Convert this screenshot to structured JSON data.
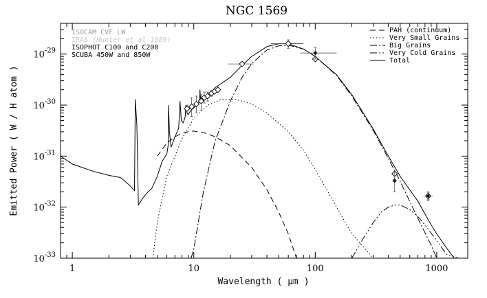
{
  "chart_data": {
    "type": "line",
    "title": "NGC 1569",
    "xlabel": "Wavelength ( μm )",
    "ylabel": "Emitted Power ( W / H atom )",
    "xscale": "log",
    "yscale": "log",
    "xlim": [
      0.8,
      1800
    ],
    "ylim": [
      1e-33,
      4e-29
    ],
    "xticks": [
      {
        "value": 1,
        "label": "1"
      },
      {
        "value": 10,
        "label": "10"
      },
      {
        "value": 100,
        "label": "100"
      },
      {
        "value": 1000,
        "label": "1000"
      }
    ],
    "yticks": [
      {
        "value": 1e-29,
        "mant": "10",
        "exp": "-29"
      },
      {
        "value": 1e-30,
        "mant": "10",
        "exp": "-30"
      },
      {
        "value": 1e-31,
        "mant": "10",
        "exp": "-31"
      },
      {
        "value": 1e-32,
        "mant": "10",
        "exp": "-32"
      },
      {
        "value": 1e-33,
        "mant": "10",
        "exp": "-33"
      }
    ],
    "legend_position": "top-right",
    "series": [
      {
        "name": "PAH (continuum)",
        "dash": "8,5",
        "color": "#000000",
        "x": [
          5,
          6,
          7,
          8,
          9,
          10,
          12,
          15,
          20,
          30,
          40,
          50,
          60,
          70
        ],
        "y": [
          1e-31,
          1.8e-31,
          2.4e-31,
          2.8e-31,
          3e-31,
          3.1e-31,
          2.9e-31,
          2.4e-31,
          1.6e-31,
          6e-32,
          2.2e-32,
          8e-33,
          3e-33,
          1e-33
        ]
      },
      {
        "name": "Very Small Grains",
        "dash": "1.5,3",
        "color": "#000000",
        "x": [
          4.6,
          5,
          6,
          8,
          10,
          13,
          17,
          22,
          30,
          40,
          60,
          80,
          100,
          150,
          200,
          300
        ],
        "y": [
          1e-33,
          5e-33,
          4e-32,
          2.2e-31,
          5.5e-31,
          1e-30,
          1.3e-30,
          1.3e-30,
          1.05e-30,
          7e-31,
          3e-31,
          1.3e-31,
          5.5e-32,
          1e-32,
          3e-33,
          1e-33
        ]
      },
      {
        "name": "Big Grains",
        "dash": "10,3,2,3",
        "color": "#000000",
        "x": [
          9.5,
          10,
          12,
          15,
          20,
          25,
          30,
          40,
          50,
          60,
          80,
          100,
          150,
          200,
          300,
          400,
          500,
          700,
          900,
          1000
        ],
        "y": [
          1e-33,
          1.5e-33,
          2e-32,
          2e-31,
          1.2e-30,
          3.5e-30,
          6.5e-30,
          1.2e-29,
          1.45e-29,
          1.5e-29,
          1.25e-29,
          9e-30,
          3.8e-30,
          1.5e-30,
          3.2e-31,
          9e-32,
          3.2e-32,
          6e-33,
          1.8e-33,
          1e-33
        ]
      },
      {
        "name": "Very Cold Grains",
        "dash": "10,3,2,3,2,3,2,3",
        "color": "#000000",
        "x": [
          200,
          250,
          300,
          350,
          400,
          450,
          500,
          600,
          700,
          800,
          1000,
          1200,
          1500
        ],
        "y": [
          1e-33,
          2.5e-33,
          5e-33,
          8e-33,
          1e-32,
          1.1e-32,
          1.1e-32,
          9e-33,
          6.5e-33,
          4.5e-33,
          2.2e-33,
          1.2e-33,
          1e-33
        ]
      },
      {
        "name": "Total",
        "dash": "",
        "color": "#000000",
        "x": [
          0.8,
          1.0,
          1.5,
          2.0,
          2.5,
          3.0,
          3.25,
          3.3,
          3.4,
          3.5,
          3.8,
          4.2,
          4.5,
          5.0,
          5.5,
          6.0,
          6.15,
          6.2,
          6.3,
          6.5,
          7.0,
          7.5,
          7.65,
          7.7,
          7.9,
          8.2,
          8.5,
          8.6,
          8.8,
          9.0,
          9.5,
          10,
          10.5,
          11,
          11.2,
          11.25,
          11.4,
          12,
          13,
          15,
          20,
          25,
          30,
          40,
          50,
          60,
          70,
          80,
          100,
          150,
          200,
          300,
          400,
          500,
          700,
          900,
          1000,
          1200,
          1500
        ],
        "y": [
          1e-31,
          7e-32,
          5e-32,
          4.2e-32,
          3.8e-32,
          2.6e-32,
          2.1e-32,
          1.3e-30,
          4e-31,
          1.1e-32,
          1.5e-32,
          2e-32,
          2.3e-32,
          4e-32,
          8e-32,
          1.1e-31,
          1.6e-31,
          1e-30,
          3e-31,
          1.5e-31,
          2.4e-31,
          3.5e-31,
          8e-31,
          1.2e-30,
          5e-31,
          4.5e-31,
          6e-31,
          1e-30,
          7e-31,
          6.5e-31,
          8e-31,
          8.8e-31,
          1e-30,
          1.1e-30,
          1.5e-30,
          2e-30,
          1.2e-30,
          1.3e-30,
          1.5e-30,
          2.2e-30,
          3.5e-30,
          6e-30,
          9e-30,
          1.4e-29,
          1.6e-29,
          1.6e-29,
          1.4e-29,
          1.25e-29,
          9e-30,
          3.9e-30,
          1.6e-30,
          3.4e-31,
          1e-31,
          4e-32,
          1.3e-32,
          4.5e-33,
          3e-33,
          1.6e-33,
          8e-34
        ]
      }
    ],
    "data_points": [
      {
        "x": 8.8,
        "y": 8.5e-31,
        "marker": "diamond",
        "xerr": [
          8.3,
          9.3
        ],
        "yerr": [
          7e-31,
          1e-30
        ]
      },
      {
        "x": 9.6,
        "y": 9.3e-31,
        "marker": "diamond",
        "xerr": [
          9.1,
          10.1
        ],
        "yerr": [
          6e-31,
          1.4e-30
        ]
      },
      {
        "x": 10.5,
        "y": 1.05e-30,
        "marker": "diamond",
        "xerr": [
          10.0,
          11.0
        ],
        "yerr": [
          7e-31,
          1.5e-30
        ]
      },
      {
        "x": 11.5,
        "y": 1.2e-30,
        "marker": "diamond",
        "xerr": [
          11.0,
          12.0
        ],
        "yerr": [
          8e-31,
          1.6e-30
        ]
      },
      {
        "x": 12.2,
        "y": 1.4e-30,
        "marker": "diamond",
        "xerr": [
          11.6,
          12.8
        ],
        "yerr": [
          1.1e-30,
          1.8e-30
        ]
      },
      {
        "x": 13.0,
        "y": 1.5e-30,
        "marker": "diamond",
        "xerr": [
          12.5,
          13.5
        ],
        "yerr": [
          1.2e-30,
          1.8e-30
        ]
      },
      {
        "x": 14.0,
        "y": 1.7e-30,
        "marker": "diamond",
        "xerr": [
          13.4,
          14.6
        ],
        "yerr": [
          1.5e-30,
          1.9e-30
        ]
      },
      {
        "x": 14.8,
        "y": 1.85e-30,
        "marker": "diamond",
        "xerr": [
          14.2,
          15.4
        ],
        "yerr": [
          1.7e-30,
          2e-30
        ]
      },
      {
        "x": 15.8,
        "y": 2e-30,
        "marker": "diamond",
        "xerr": [
          15.2,
          16.4
        ],
        "yerr": [
          1.9e-30,
          2.1e-30
        ]
      },
      {
        "x": 25,
        "y": 6.4e-30,
        "marker": "diamond",
        "xerr": [
          19,
          31
        ],
        "yerr": [
          6e-30,
          7e-30
        ]
      },
      {
        "x": 60,
        "y": 1.6e-29,
        "marker": "diamond",
        "xerr": [
          43,
          80
        ],
        "yerr": [
          1.3e-29,
          1.9e-29
        ]
      },
      {
        "x": 100,
        "y": 8e-30,
        "marker": "diamond",
        "xerr": [
          96,
          104
        ],
        "yerr": [
          7.5e-30,
          8.5e-30
        ]
      },
      {
        "x": 100,
        "y": 1.05e-29,
        "marker": "star",
        "xerr": [
          75,
          150
        ],
        "yerr": [
          8e-30,
          1.35e-29
        ]
      },
      {
        "x": 450,
        "y": 4.5e-32,
        "marker": "diamond",
        "xerr": [
          440,
          460
        ],
        "yerr": [
          4.2e-32,
          4.8e-32
        ]
      },
      {
        "x": 450,
        "y": 3.3e-32,
        "marker": "star",
        "xerr": [
          440,
          460
        ],
        "yerr": [
          2e-32,
          5e-32
        ]
      },
      {
        "x": 850,
        "y": 1.65e-32,
        "marker": "diamond",
        "xerr": [
          820,
          880
        ],
        "yerr": [
          1.4e-32,
          1.9e-32
        ]
      },
      {
        "x": 850,
        "y": 1.65e-32,
        "marker": "star",
        "xerr": [
          780,
          930
        ],
        "yerr": [
          1.35e-32,
          2e-32
        ]
      }
    ],
    "instrument_labels": [
      {
        "text": "ISOCAM CVF LW",
        "color": "#9a9a9a",
        "italic": false
      },
      {
        "text": "IRAS",
        "italic_suffix": " (Hunter et al 1989)",
        "color": "#c8c8c8",
        "italic": true
      },
      {
        "text": "ISOPHOT C100 and C200",
        "color": "#000000",
        "italic": false
      },
      {
        "text": "SCUBA 450W and 850W",
        "color": "#000000",
        "italic": false
      }
    ]
  }
}
